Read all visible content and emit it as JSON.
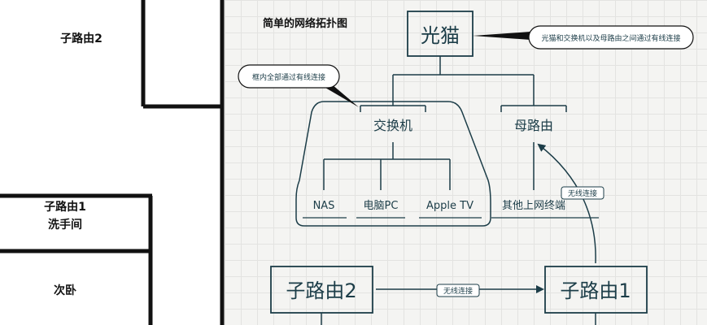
{
  "floorplan": {
    "rooms": [
      {
        "label": "子路由2"
      },
      {
        "label": "子路由1"
      },
      {
        "label": "洗手间"
      },
      {
        "label": "次卧"
      }
    ]
  },
  "diagram": {
    "title": "简单的网络拓扑图",
    "nodes": {
      "optical_modem": "光猫",
      "switch": "交换机",
      "main_router": "母路由",
      "nas": "NAS",
      "pc": "电脑PC",
      "apple_tv": "Apple TV",
      "other_terminals": "其他上网终端",
      "sub_router_2": "子路由2",
      "sub_router_1": "子路由1"
    },
    "callouts": {
      "modem_note": "光猫和交换机以及母路由之间通过有线连接",
      "frame_note": "框内全部通过有线连接"
    },
    "edge_labels": {
      "wireless_1": "无线连接",
      "wireless_2": "无线连接"
    },
    "colors": {
      "stroke": "#1c3d48",
      "grid": "#e3e3e1",
      "canvas_bg": "#f4f4f2"
    }
  }
}
